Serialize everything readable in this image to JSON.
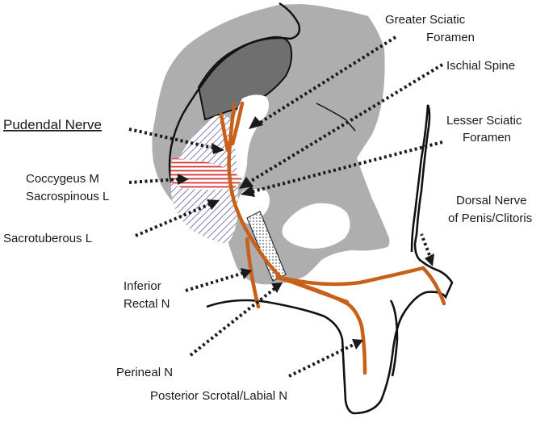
{
  "title": "Pudendal Nerve",
  "colors": {
    "bone": "#aeaeae",
    "bone_dark": "#6f6f6f",
    "nerve": "#c8601a",
    "ligament_hatch": "#6a5aa8",
    "muscle_hatch": "#d23a3a",
    "outline": "#111111"
  },
  "labels": {
    "greater_sciatic_foramen": [
      "Greater Sciatic",
      "Foramen"
    ],
    "ischial_spine": "Ischial Spine",
    "lesser_sciatic_foramen": [
      "Lesser Sciatic",
      "Foramen"
    ],
    "coccygeus_muscle": "Coccygeus M",
    "sacrospinous_ligament": "Sacrospinous L",
    "sacrotuberous_ligament": "Sacrotuberous L",
    "dorsal_nerve": [
      "Dorsal Nerve",
      "of Penis/Clitoris"
    ],
    "inferior_rectal_nerve": [
      "Inferior",
      "Rectal N"
    ],
    "perineal_nerve": "Perineal N",
    "posterior_scrotal_labial_nerve": "Posterior Scrotal/Labial N"
  }
}
